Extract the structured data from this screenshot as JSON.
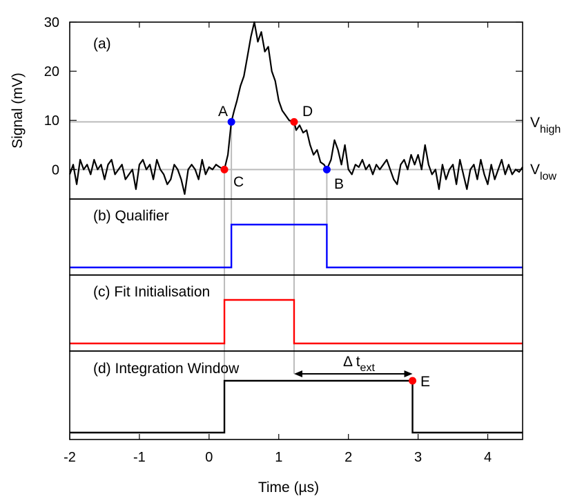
{
  "chart_data": {
    "type": "line",
    "xlabel": "Time (µs)",
    "ylabel": "Signal (mV)",
    "xlim": [
      -2,
      4.5
    ],
    "ylim": [
      -6,
      30
    ],
    "xticks": [
      "-2",
      "-1",
      "0",
      "1",
      "2",
      "3",
      "4"
    ],
    "yticks": [
      "0",
      "10",
      "20",
      "30"
    ],
    "grid": false,
    "panels": {
      "a": {
        "label": "(a)"
      },
      "b": {
        "label": "(b) Qualifier",
        "color": "#0000ff",
        "on": 0.32,
        "off": 1.69
      },
      "c": {
        "label": "(c) Fit Initialisation",
        "color": "#ff0000",
        "on": 0.22,
        "off": 1.22
      },
      "d": {
        "label": "(d) Integration Window",
        "color": "#000000",
        "on": 0.22,
        "off": 2.92
      }
    },
    "thresholds": {
      "v_high": {
        "value": 9.7,
        "label": "V",
        "sub": "high"
      },
      "v_low": {
        "value": 0,
        "label": "V",
        "sub": "low"
      }
    },
    "points": [
      {
        "label": "A",
        "x": 0.32,
        "y": 9.7,
        "color": "#0000ff"
      },
      {
        "label": "B",
        "x": 1.69,
        "y": 0,
        "color": "#0000ff"
      },
      {
        "label": "C",
        "x": 0.22,
        "y": 0,
        "color": "#ff0000"
      },
      {
        "label": "D",
        "x": 1.22,
        "y": 9.7,
        "color": "#ff0000"
      },
      {
        "label": "E",
        "x": 2.92,
        "color": "#ff0000"
      }
    ],
    "delta": {
      "label": "Δ t",
      "sub": "ext",
      "from": 1.22,
      "to": 2.92
    },
    "signal": {
      "x": [
        -2,
        -1.95,
        -1.9,
        -1.85,
        -1.8,
        -1.75,
        -1.7,
        -1.65,
        -1.6,
        -1.55,
        -1.5,
        -1.45,
        -1.4,
        -1.35,
        -1.3,
        -1.25,
        -1.2,
        -1.15,
        -1.1,
        -1.05,
        -1,
        -0.95,
        -0.9,
        -0.85,
        -0.8,
        -0.75,
        -0.7,
        -0.65,
        -0.6,
        -0.55,
        -0.5,
        -0.45,
        -0.4,
        -0.35,
        -0.3,
        -0.25,
        -0.2,
        -0.15,
        -0.1,
        -0.05,
        0,
        0.05,
        0.1,
        0.15,
        0.22,
        0.27,
        0.32,
        0.36,
        0.4,
        0.45,
        0.5,
        0.55,
        0.6,
        0.65,
        0.7,
        0.75,
        0.8,
        0.85,
        0.9,
        0.95,
        1,
        1.05,
        1.1,
        1.15,
        1.22,
        1.25,
        1.3,
        1.35,
        1.4,
        1.45,
        1.5,
        1.55,
        1.6,
        1.65,
        1.69,
        1.75,
        1.8,
        1.85,
        1.9,
        1.95,
        2,
        2.05,
        2.1,
        2.15,
        2.2,
        2.25,
        2.3,
        2.35,
        2.4,
        2.45,
        2.5,
        2.55,
        2.6,
        2.65,
        2.7,
        2.75,
        2.8,
        2.85,
        2.9,
        2.95,
        3,
        3.05,
        3.1,
        3.15,
        3.2,
        3.25,
        3.3,
        3.35,
        3.4,
        3.45,
        3.5,
        3.55,
        3.6,
        3.65,
        3.7,
        3.75,
        3.8,
        3.85,
        3.9,
        3.95,
        4,
        4.05,
        4.1,
        4.15,
        4.2,
        4.25,
        4.3,
        4.35,
        4.4,
        4.45,
        4.5
      ],
      "y": [
        -1,
        1,
        -3,
        2,
        0,
        1,
        -1,
        2,
        0,
        1,
        -2,
        1,
        2,
        -1,
        0,
        1,
        -2,
        -1,
        0,
        -4,
        1,
        2,
        0,
        1,
        -2,
        2,
        0,
        -1,
        -3,
        -2,
        1,
        0,
        -2,
        -5,
        0,
        1,
        0,
        -2,
        2,
        -1,
        0.5,
        0,
        1,
        0.5,
        0,
        3,
        9.7,
        12,
        14,
        17,
        19,
        23,
        27,
        30,
        26,
        28,
        24,
        25,
        20,
        18,
        14,
        12,
        11,
        10,
        9.7,
        8,
        9,
        7.5,
        8,
        5,
        3,
        4,
        1.5,
        1,
        0,
        2,
        6,
        4,
        1,
        5,
        0,
        -1,
        1,
        0.5,
        2,
        0,
        1,
        -1,
        1,
        0,
        1,
        2,
        0,
        -2,
        -3,
        1,
        2,
        0,
        3,
        1,
        3,
        0,
        5,
        1,
        -1,
        0,
        -4,
        1,
        -2,
        0,
        1,
        -3,
        2,
        -1,
        -4,
        0,
        1,
        -2,
        2,
        -1,
        -3,
        1,
        -2,
        0,
        2,
        -1,
        1,
        -1,
        0,
        -0.5,
        0.5
      ]
    }
  }
}
